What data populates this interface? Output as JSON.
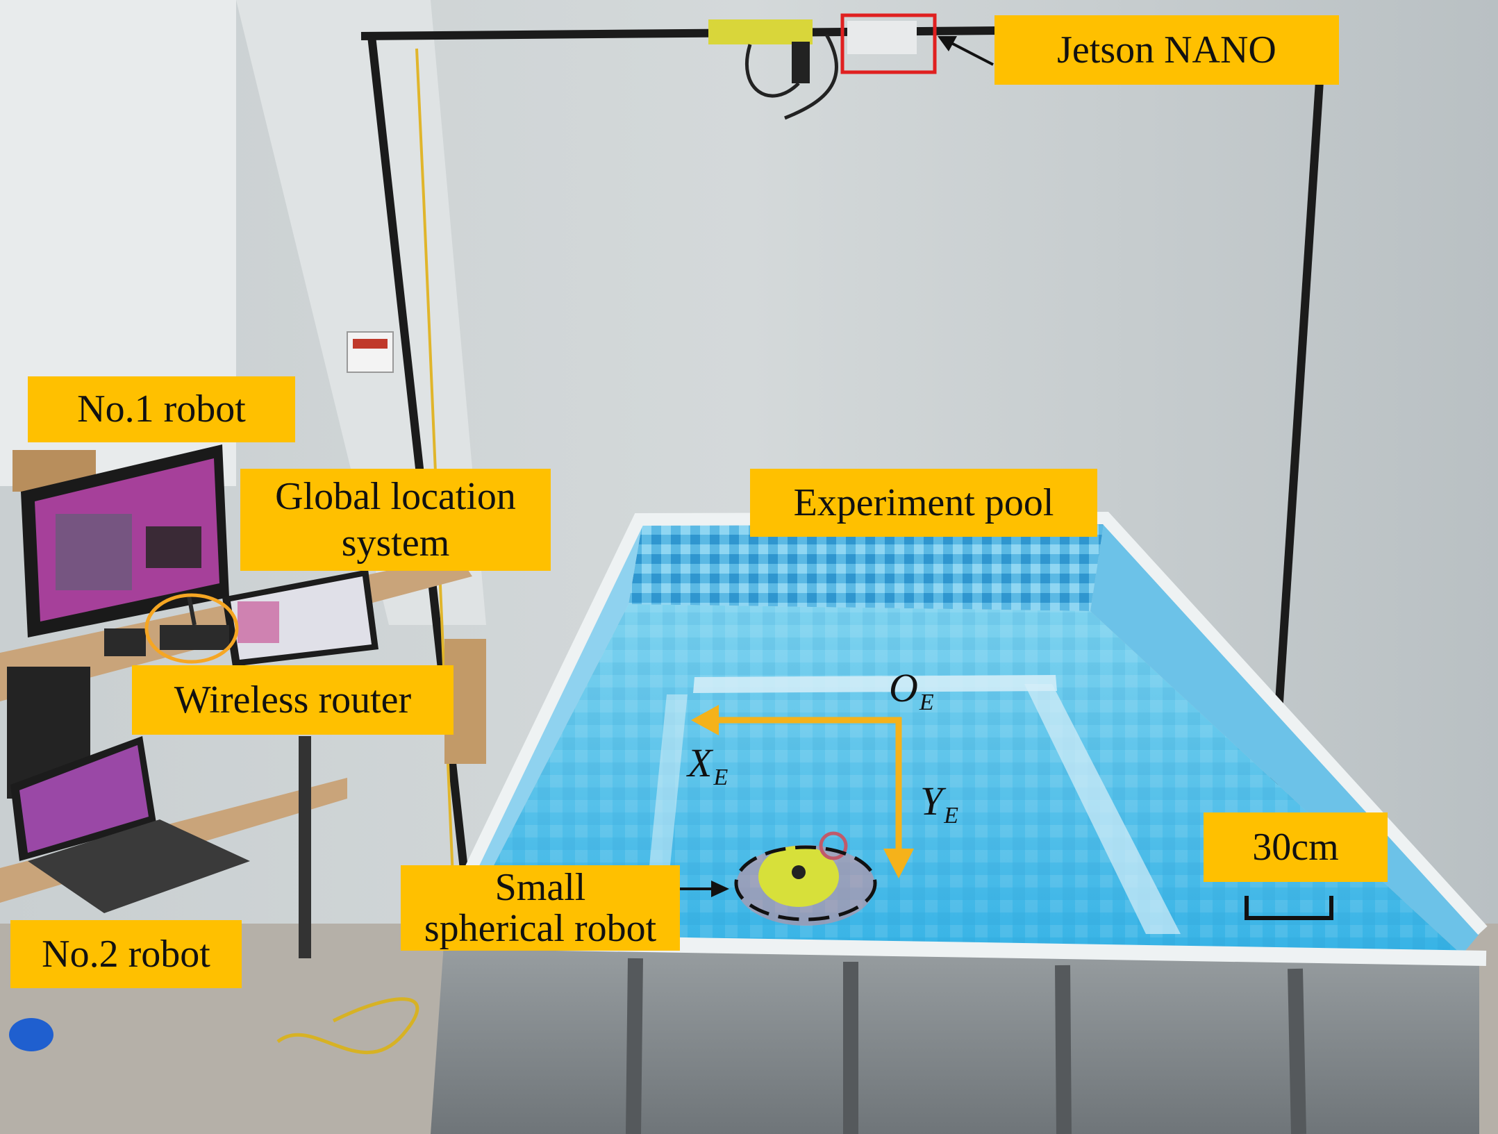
{
  "colors": {
    "label_bg": "#FFC000",
    "arrow_yellow": "#F5B21A",
    "jetson_box": "#E02020",
    "router_ring": "#F5A623",
    "water": "#4FC3EA"
  },
  "labels": {
    "jetson": "Jetson NANO",
    "robot1": "No.1 robot",
    "gls_line1": "Global location",
    "gls_line2": "system",
    "pool": "Experiment pool",
    "router": "Wireless router",
    "robot2": "No.2 robot",
    "small_line1": "Small",
    "small_line2": "spherical robot",
    "scale": "30cm"
  },
  "axes": {
    "origin": "O",
    "origin_sub": "E",
    "x": "X",
    "x_sub": "E",
    "y": "Y",
    "y_sub": "E"
  }
}
